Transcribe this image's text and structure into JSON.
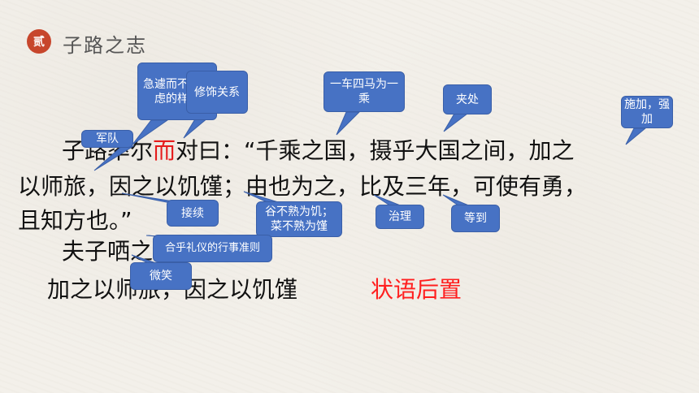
{
  "slide": {
    "badge": "贰",
    "title": "子路之志",
    "lines": {
      "line1_pre": "子路率尔",
      "line1_red": "而",
      "line1_post": "对曰：“千乘之国，摄乎大国之间，加之",
      "line2": "以师旅，因之以饥馑；由也为之，比及三年，可使有勇，",
      "line3": "且知方也。”",
      "line4": "夫子哂之。"
    },
    "summary": {
      "phrase": "加之以师旅，因之以饥馑",
      "label": "状语后置"
    }
  },
  "annotations": {
    "haste": "急遽而不加考虑的样子",
    "relation": "修饰关系",
    "army": "军队",
    "chariots": "一车四马为一乘",
    "between": "夹处",
    "apply": "施加，强加",
    "continue": "接续",
    "famine": "谷不熟为饥；菜不熟为馑",
    "govern": "治理",
    "wait": "等到",
    "propriety": "合乎礼仪的行事准则",
    "smile": "微笑"
  },
  "colors": {
    "bubble": "#4772c4",
    "accent_red": "#e51c1c",
    "badge": "#c7462c"
  }
}
